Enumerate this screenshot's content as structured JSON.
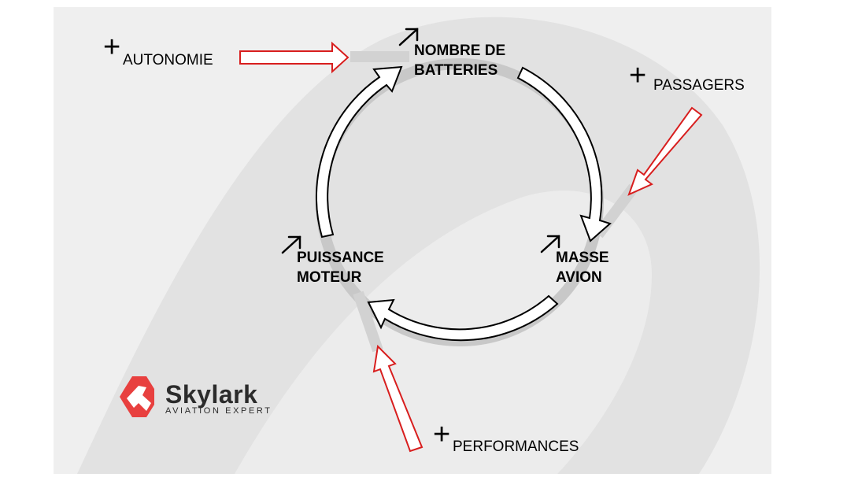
{
  "nodes": {
    "batteries": "NOMBRE DE\nBATTERIES",
    "masse": "MASSE\nAVION",
    "puissance": "PUISSANCE\nMOTEUR"
  },
  "drivers": {
    "autonomie": "AUTONOMIE",
    "passagers": "PASSAGERS",
    "performances": "PERFORMANCES"
  },
  "symbols": {
    "plus": "+",
    "increase_icon": "arrow-up-right-icon"
  },
  "brand": {
    "name": "Skylark",
    "tagline": "AVIATION EXPERT"
  },
  "colors": {
    "background": "#efefef",
    "ring": "#c8c8c8",
    "driver_arrow": "#d81e1e",
    "brand": "#e8403f"
  }
}
